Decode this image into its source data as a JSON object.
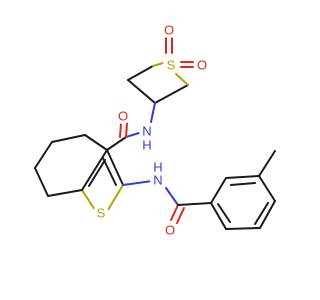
{
  "molecule": {
    "atoms": {
      "sulfone_s": "S",
      "sulfone_o1": "O",
      "sulfone_o2": "O",
      "amide1_n": "N",
      "amide1_h": "H",
      "amide1_o": "O",
      "thiophene_s": "S",
      "amide2_n": "N",
      "amide2_h": "H",
      "amide2_o": "O"
    }
  }
}
